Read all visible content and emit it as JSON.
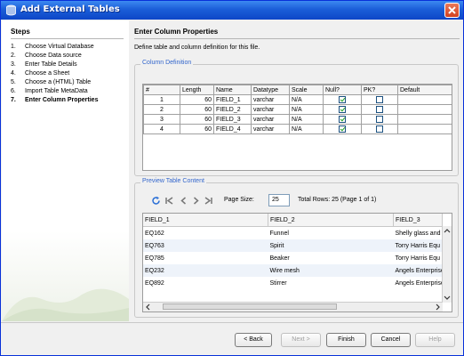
{
  "window": {
    "title": "Add External Tables"
  },
  "steps": {
    "heading": "Steps",
    "items": [
      {
        "num": "1.",
        "label": "Choose Virtual Database"
      },
      {
        "num": "2.",
        "label": "Choose Data source"
      },
      {
        "num": "3.",
        "label": "Enter Table Details"
      },
      {
        "num": "4.",
        "label": "Choose a Sheet"
      },
      {
        "num": "5.",
        "label": "Choose a (HTML) Table"
      },
      {
        "num": "6.",
        "label": "Import Table MetaData"
      },
      {
        "num": "7.",
        "label": "Enter Column Properties"
      }
    ]
  },
  "content": {
    "title": "Enter Column Properties",
    "description": "Define table and column definition for this file."
  },
  "column_definition": {
    "legend": "Column Definition",
    "headers": [
      "#",
      "Length",
      "Name",
      "Datatype",
      "Scale",
      "Null?",
      "PK?",
      "Default"
    ],
    "rows": [
      {
        "num": "1",
        "length": "60",
        "name": "FIELD_1",
        "datatype": "varchar",
        "scale": "N/A",
        "null": true,
        "pk": false,
        "default": ""
      },
      {
        "num": "2",
        "length": "60",
        "name": "FIELD_2",
        "datatype": "varchar",
        "scale": "N/A",
        "null": true,
        "pk": false,
        "default": ""
      },
      {
        "num": "3",
        "length": "60",
        "name": "FIELD_3",
        "datatype": "varchar",
        "scale": "N/A",
        "null": true,
        "pk": false,
        "default": ""
      },
      {
        "num": "4",
        "length": "60",
        "name": "FIELD_4",
        "datatype": "varchar",
        "scale": "N/A",
        "null": true,
        "pk": false,
        "default": ""
      }
    ]
  },
  "preview": {
    "legend": "Preview Table Content",
    "page_size_label": "Page Size:",
    "page_size_value": "25",
    "total_rows": "Total Rows:   25 (Page 1 of 1)",
    "headers": [
      "FIELD_1",
      "FIELD_2",
      "FIELD_3"
    ],
    "rows": [
      {
        "f1": "EQ162",
        "f2": "Funnel",
        "f3": "Shelly glass and l"
      },
      {
        "f1": "EQ763",
        "f2": "Spirit",
        "f3": "Torry Harris Equ"
      },
      {
        "f1": "EQ785",
        "f2": "Beaker",
        "f3": "Torry Harris Equ"
      },
      {
        "f1": "EQ232",
        "f2": "Wire mesh",
        "f3": "Angels Enterprise"
      },
      {
        "f1": "EQ892",
        "f2": "Stirrer",
        "f3": "Angels Enterprise"
      }
    ]
  },
  "buttons": {
    "back": "< Back",
    "next": "Next >",
    "finish": "Finish",
    "cancel": "Cancel",
    "help": "Help"
  },
  "colors": {
    "title_bar": "#0d46c7",
    "legend_text": "#3366cc",
    "check_mark": "#21a121"
  }
}
